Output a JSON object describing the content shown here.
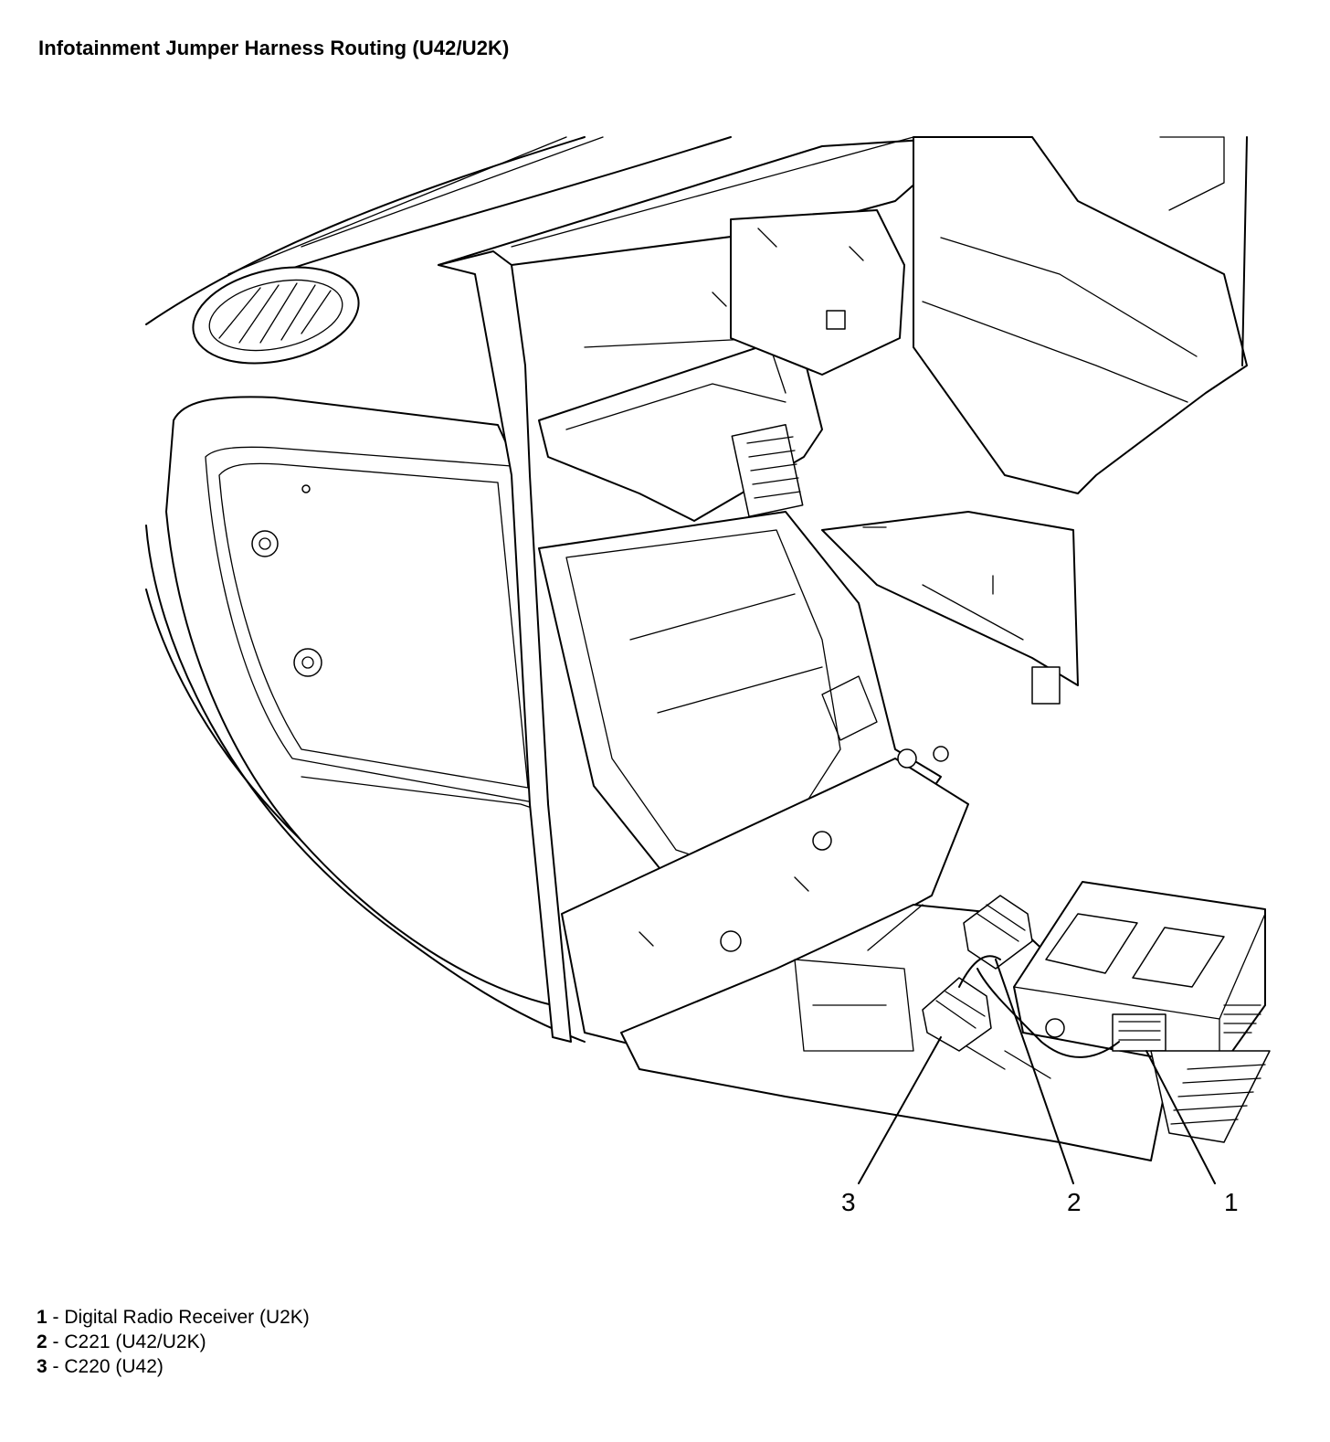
{
  "title": "Infotainment Jumper Harness Routing (U42/U2K)",
  "callouts": [
    {
      "number": "1"
    },
    {
      "number": "2"
    },
    {
      "number": "3"
    }
  ],
  "legend": [
    {
      "number": "1",
      "separator": " - ",
      "text": "Digital Radio Receiver (U2K)"
    },
    {
      "number": "2",
      "separator": " - ",
      "text": "C221 (U42/U2K)"
    },
    {
      "number": "3",
      "separator": " - ",
      "text": "C220 (U42)"
    }
  ]
}
